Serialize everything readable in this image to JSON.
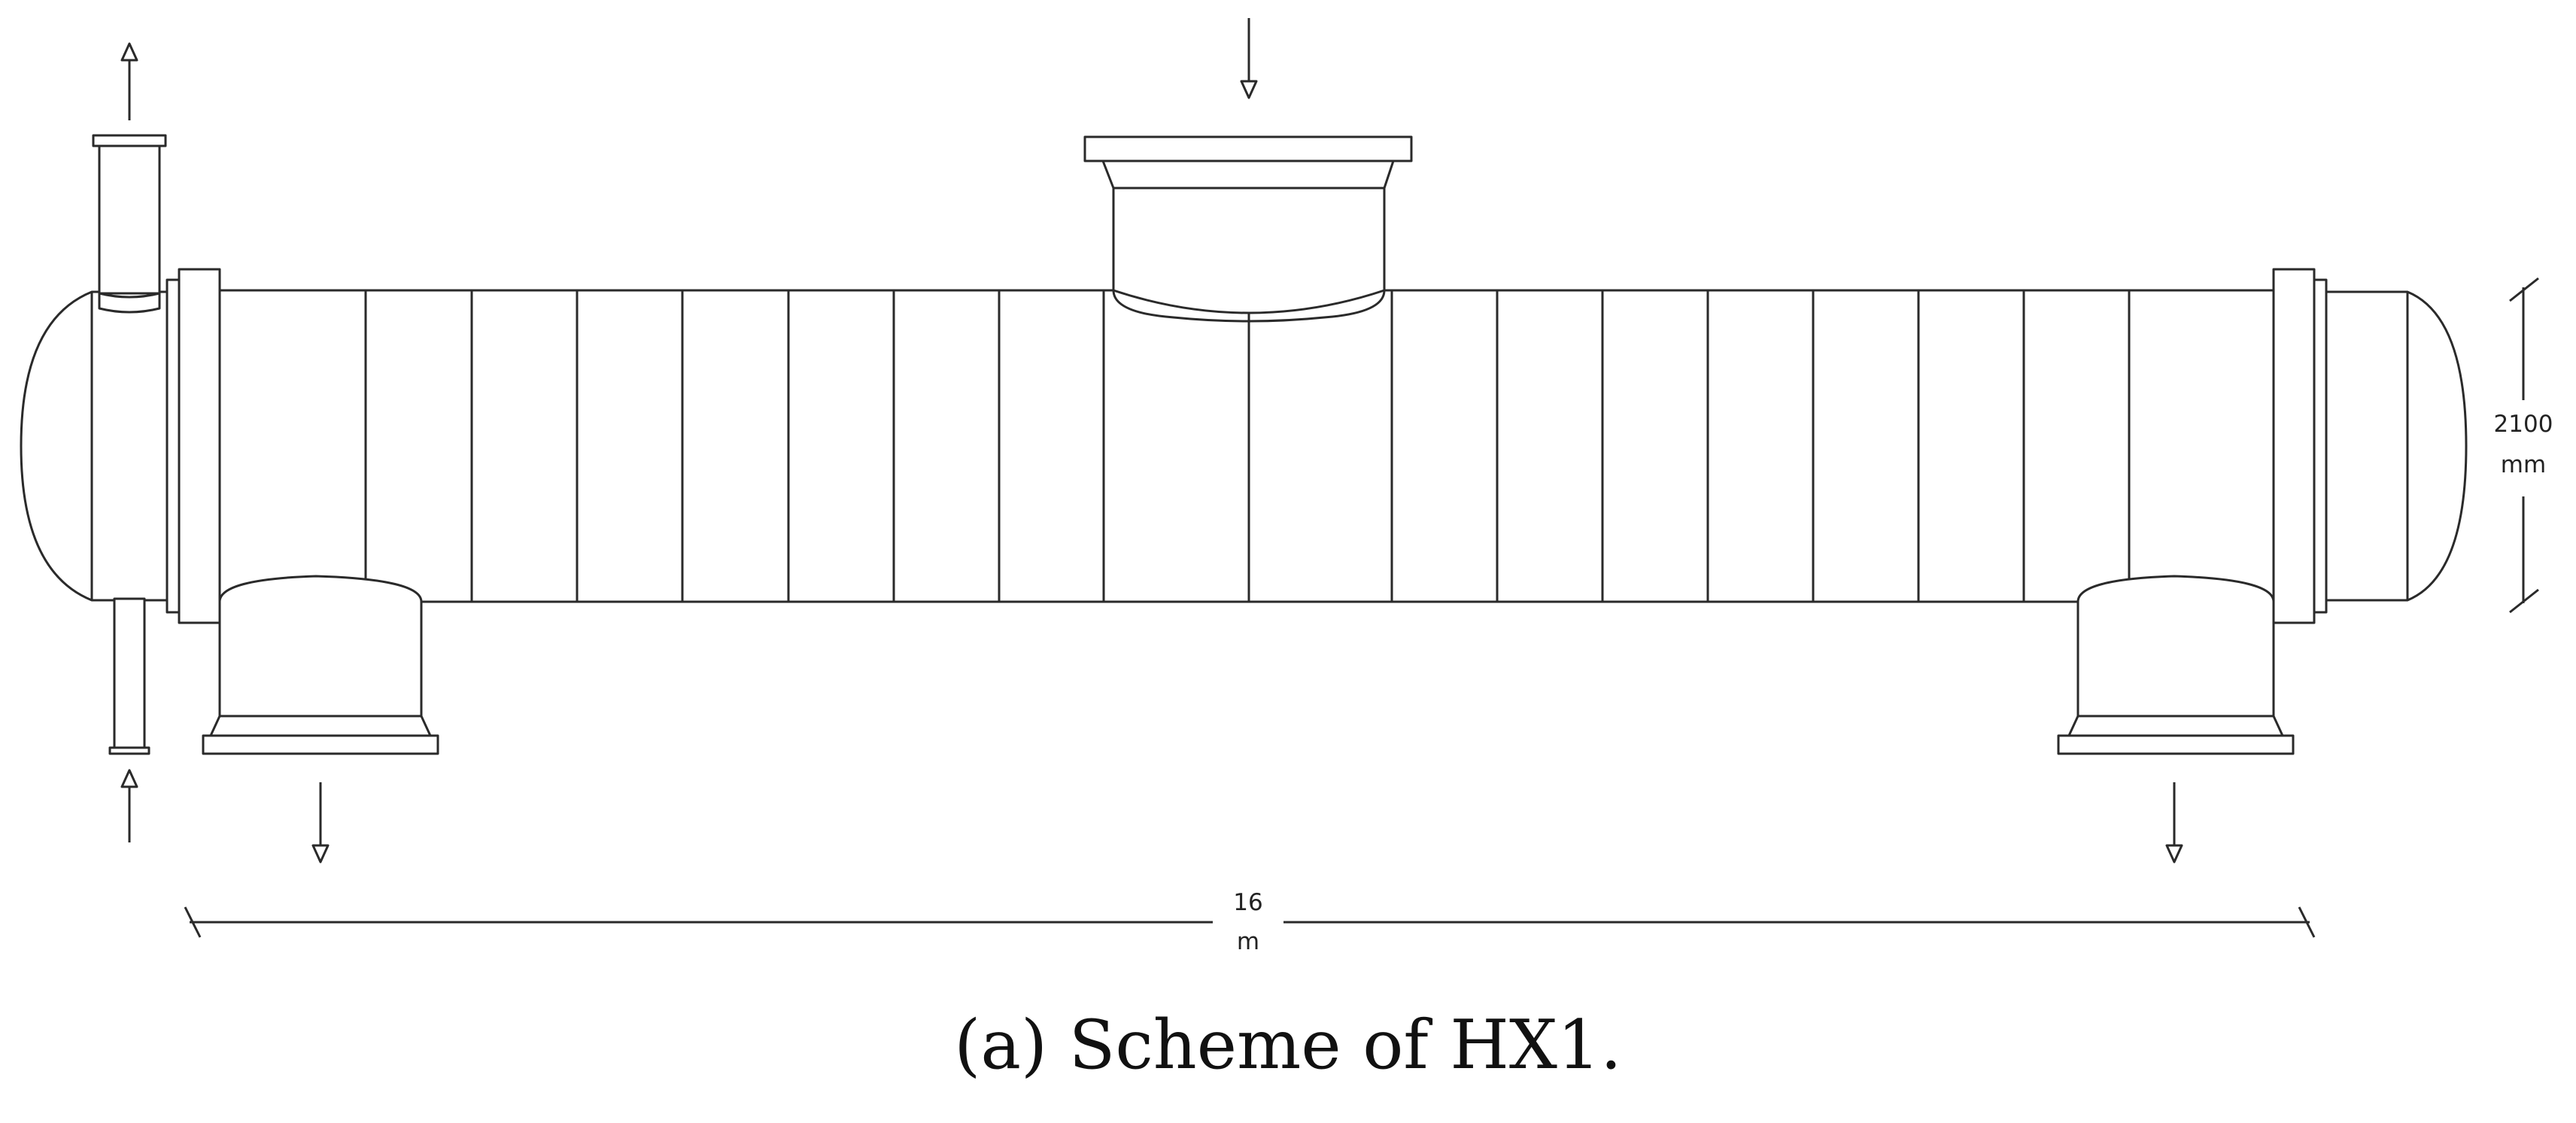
{
  "figure": {
    "caption": "(a) Scheme of HX1.",
    "dimensions": {
      "height_value": "2100",
      "height_unit": "mm",
      "length_value": "16",
      "length_unit": "m"
    }
  },
  "colors": {
    "line": "#2a2a2a",
    "background": "#ffffff",
    "text": "#222222"
  }
}
